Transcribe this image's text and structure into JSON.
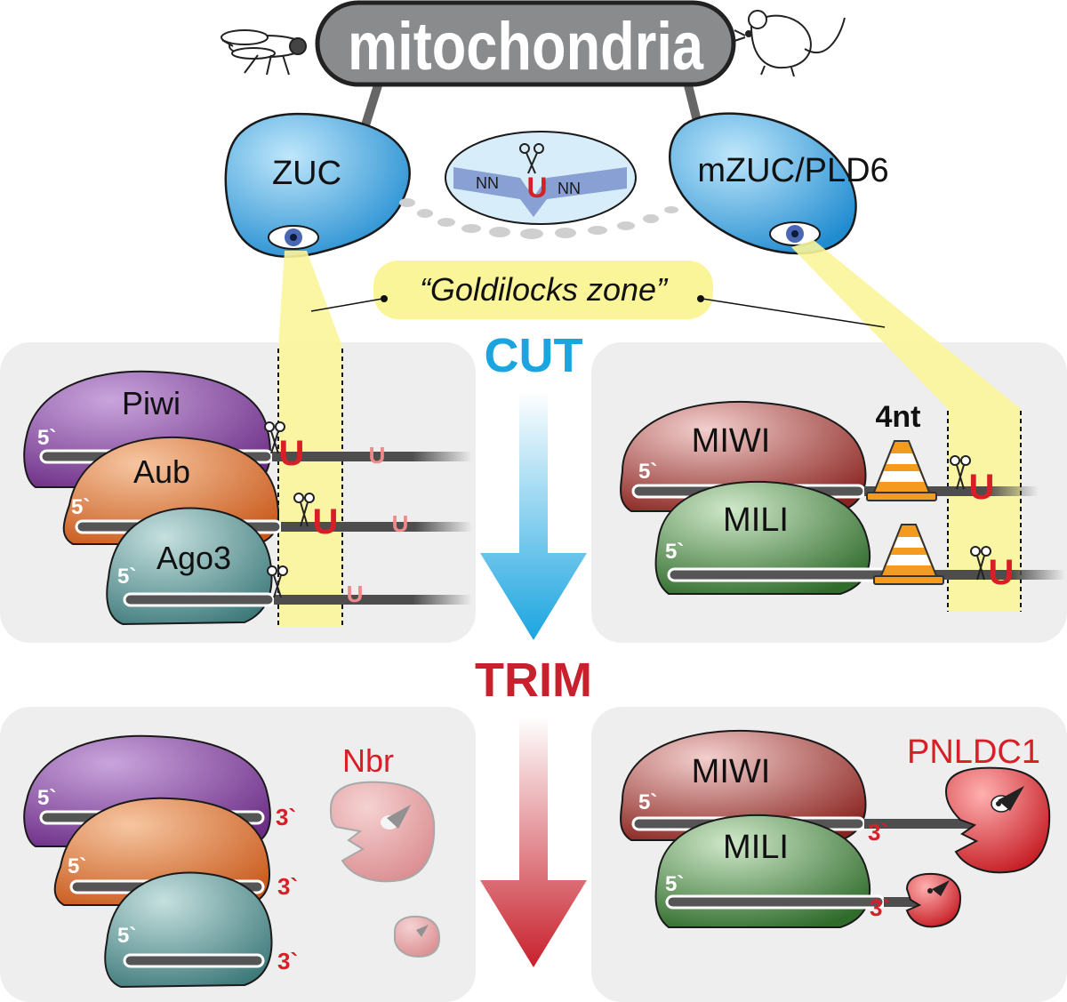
{
  "title": "mitochondria",
  "enzymes": {
    "fly": "ZUC",
    "mouse": "mZUC/PLD6"
  },
  "cleavage_inset": {
    "left_nts": "NN",
    "uridine": "U",
    "right_nts": "NN"
  },
  "zone_label": "“Goldilocks zone”",
  "steps": {
    "cut": "CUT",
    "trim": "TRIM"
  },
  "fly_cut": {
    "proteins": [
      "Piwi",
      "Aub",
      "Ago3"
    ],
    "five_prime": "5`",
    "u": "U"
  },
  "mouse_cut": {
    "proteins": [
      "MIWI",
      "MILI"
    ],
    "five_prime": "5`",
    "spacer": "4nt",
    "u": "U"
  },
  "fly_trim": {
    "exonuclease": "Nbr",
    "five_prime": "5`",
    "three_prime": "3`"
  },
  "mouse_trim": {
    "proteins": [
      "MIWI",
      "MILI"
    ],
    "exonuclease": "PNLDC1",
    "five_prime": "5`",
    "three_prime": "3`"
  },
  "colors": {
    "piwi": "#7b3a93",
    "aub": "#d86a2a",
    "ago3": "#4e8c8c",
    "miwi": "#9a2f2a",
    "mili": "#3f7f3a",
    "zuc": "#3aa0dc",
    "cut": "#1aa5e0",
    "trim": "#c8202c",
    "zone": "#fbf59a",
    "exonuclease": "#e0242c"
  }
}
